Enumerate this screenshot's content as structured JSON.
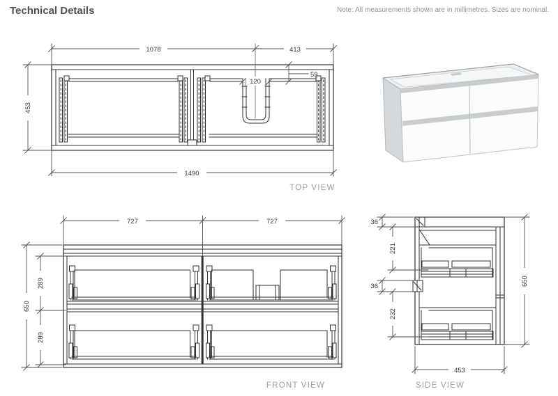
{
  "header": {
    "title": "Technical Details",
    "note": "Note: All measurements shown are in millimetres. Sizes are nominal."
  },
  "views": {
    "top": {
      "label": "TOP VIEW",
      "dims": {
        "inner_width": "1078",
        "basin_zone_width": "413",
        "basin_back_offset": "59",
        "cutout_width": "120",
        "depth": "453",
        "overall_width": "1490"
      }
    },
    "front": {
      "label": "FRONT VIEW",
      "dims": {
        "bay_left": "727",
        "bay_right": "727",
        "overall_height": "650",
        "upper_drawer": "289",
        "lower_drawer": "289"
      }
    },
    "side": {
      "label": "SIDE VIEW",
      "dims": {
        "top_rail": "36",
        "upper_clearance": "221",
        "mid_rail": "36",
        "lower_clearance": "232",
        "overall_height": "650",
        "overall_depth": "453"
      }
    }
  },
  "colors": {
    "line": "#2e3032",
    "dim_text": "#36393c",
    "view_label": "#9aa0a5",
    "title_text": "#4c5155",
    "note_text": "#8d9296",
    "cabinet_side": "#d6d9db",
    "cabinet_front": "#fbfcfc",
    "cabinet_trim": "#c7cccf"
  }
}
